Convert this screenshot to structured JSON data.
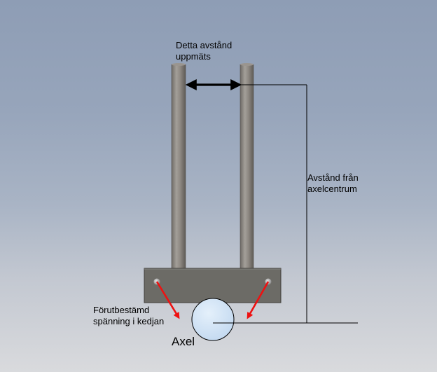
{
  "labels": {
    "distance_measured": [
      "Detta avstånd",
      "uppmäts"
    ],
    "axle_distance": [
      "Avstånd från",
      "axelcentrum"
    ],
    "pretension": [
      "Förutbestämd",
      "spänning i kedjan"
    ],
    "axle": "Axel"
  },
  "colors": {
    "rod": "#8f8a84",
    "block": "#6c6b66",
    "axle_fill": "#cfe3f7",
    "arrow_red": "#ee1111",
    "line": "#000000"
  }
}
